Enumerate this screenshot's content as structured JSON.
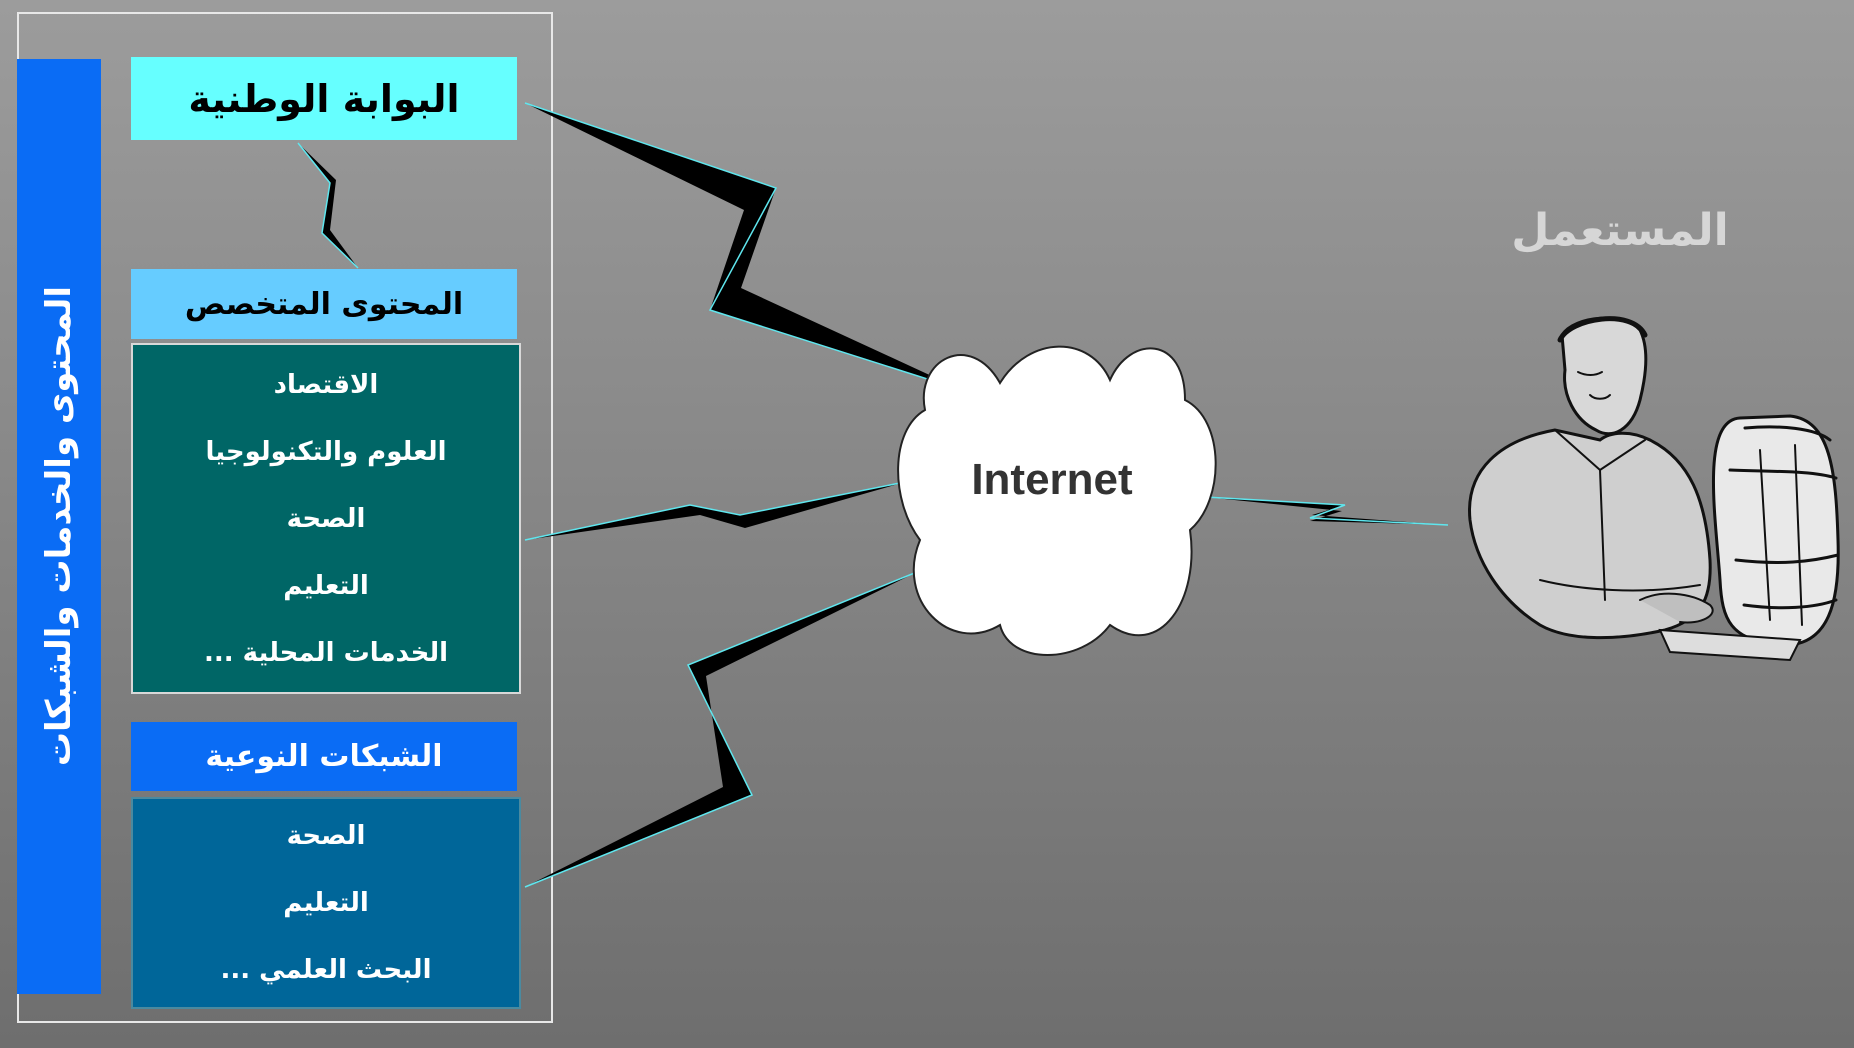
{
  "side_label": "المحتوى والخدمات والشبكات",
  "portal": "البوابة الوطنية",
  "specialized_content": {
    "title": "المحتوى المتخصص",
    "items": [
      "الاقتصاد",
      "العلوم والتكنولوجيا",
      "الصحة",
      "التعليم",
      "الخدمات المحلية ..."
    ]
  },
  "specialized_networks": {
    "title": "الشبكات النوعية",
    "items": [
      "الصحة",
      "التعليم",
      "البحث العلمي ..."
    ]
  },
  "cloud_label": "Internet",
  "user_label": "المستعمل",
  "colors": {
    "portal": "#66ffff",
    "specialized_header": "#66ccff",
    "content_list": "#006666",
    "networks_header": "#0a6cf5",
    "networks_list": "#006699",
    "side_bar": "#0a6cf5"
  }
}
